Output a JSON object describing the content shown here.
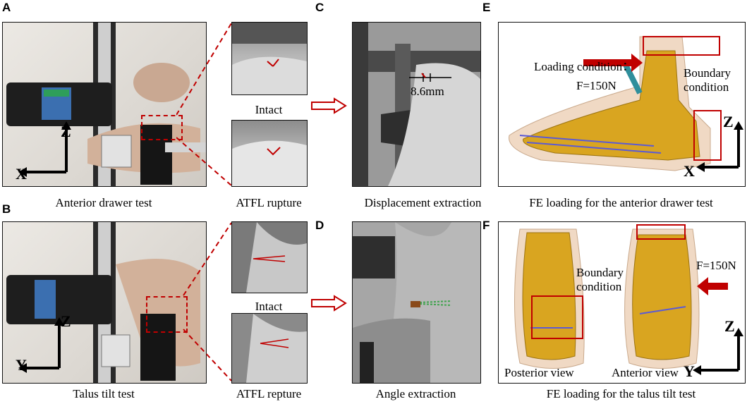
{
  "panels": {
    "A": {
      "letter": "A",
      "caption": "Anterior drawer test",
      "axis_z": "Z",
      "axis_x": "X"
    },
    "B": {
      "letter": "B",
      "caption": "Talus tilt test",
      "axis_z": "Z",
      "axis_y": "Y"
    },
    "C": {
      "letter": "C",
      "caption": "Displacement extraction",
      "measure": "8.6mm"
    },
    "D": {
      "letter": "D",
      "caption": "Angle extraction"
    },
    "E": {
      "letter": "E",
      "caption": "FE loading for the anterior drawer test",
      "loading_label": "Loading condition：",
      "force": "F=150N",
      "boundary_line1": "Boundary",
      "boundary_line2": "condition",
      "axis_z": "Z",
      "axis_x": "X"
    },
    "F": {
      "letter": "F",
      "caption": "FE loading for the talus tilt test",
      "force": "F=150N",
      "boundary_line1": "Boundary",
      "boundary_line2": "condition",
      "posterior": "Posterior view",
      "anterior": "Anterior view",
      "axis_z": "Z",
      "axis_y": "Y"
    }
  },
  "xray_labels": {
    "intact_top": "Intact",
    "rupture_top": "ATFL rupture",
    "intact_bottom": "Intact",
    "rupture_bottom": "ATFL repture"
  },
  "colors": {
    "red": "#c00000",
    "bone": "#d9a520",
    "tissue": "#f0d9c4",
    "ligament": "#5a5ad6"
  }
}
